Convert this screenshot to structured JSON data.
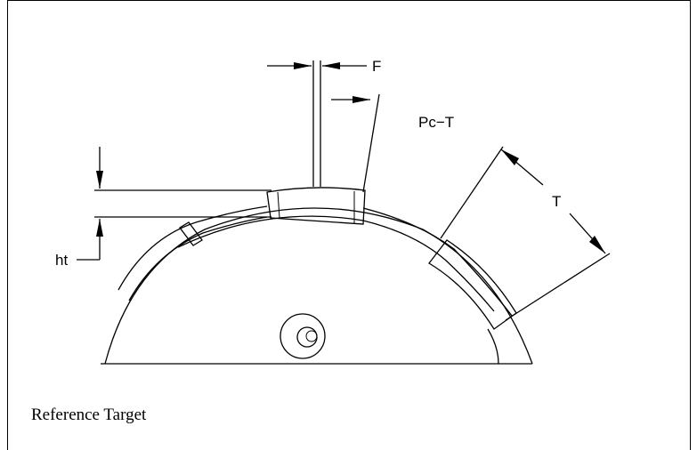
{
  "labels": {
    "f": "F",
    "pc_t": "Pc−T",
    "t": "T",
    "ht": "ht"
  },
  "caption": "Reference Target",
  "colors": {
    "line": "#000000",
    "background": "#ffffff"
  }
}
